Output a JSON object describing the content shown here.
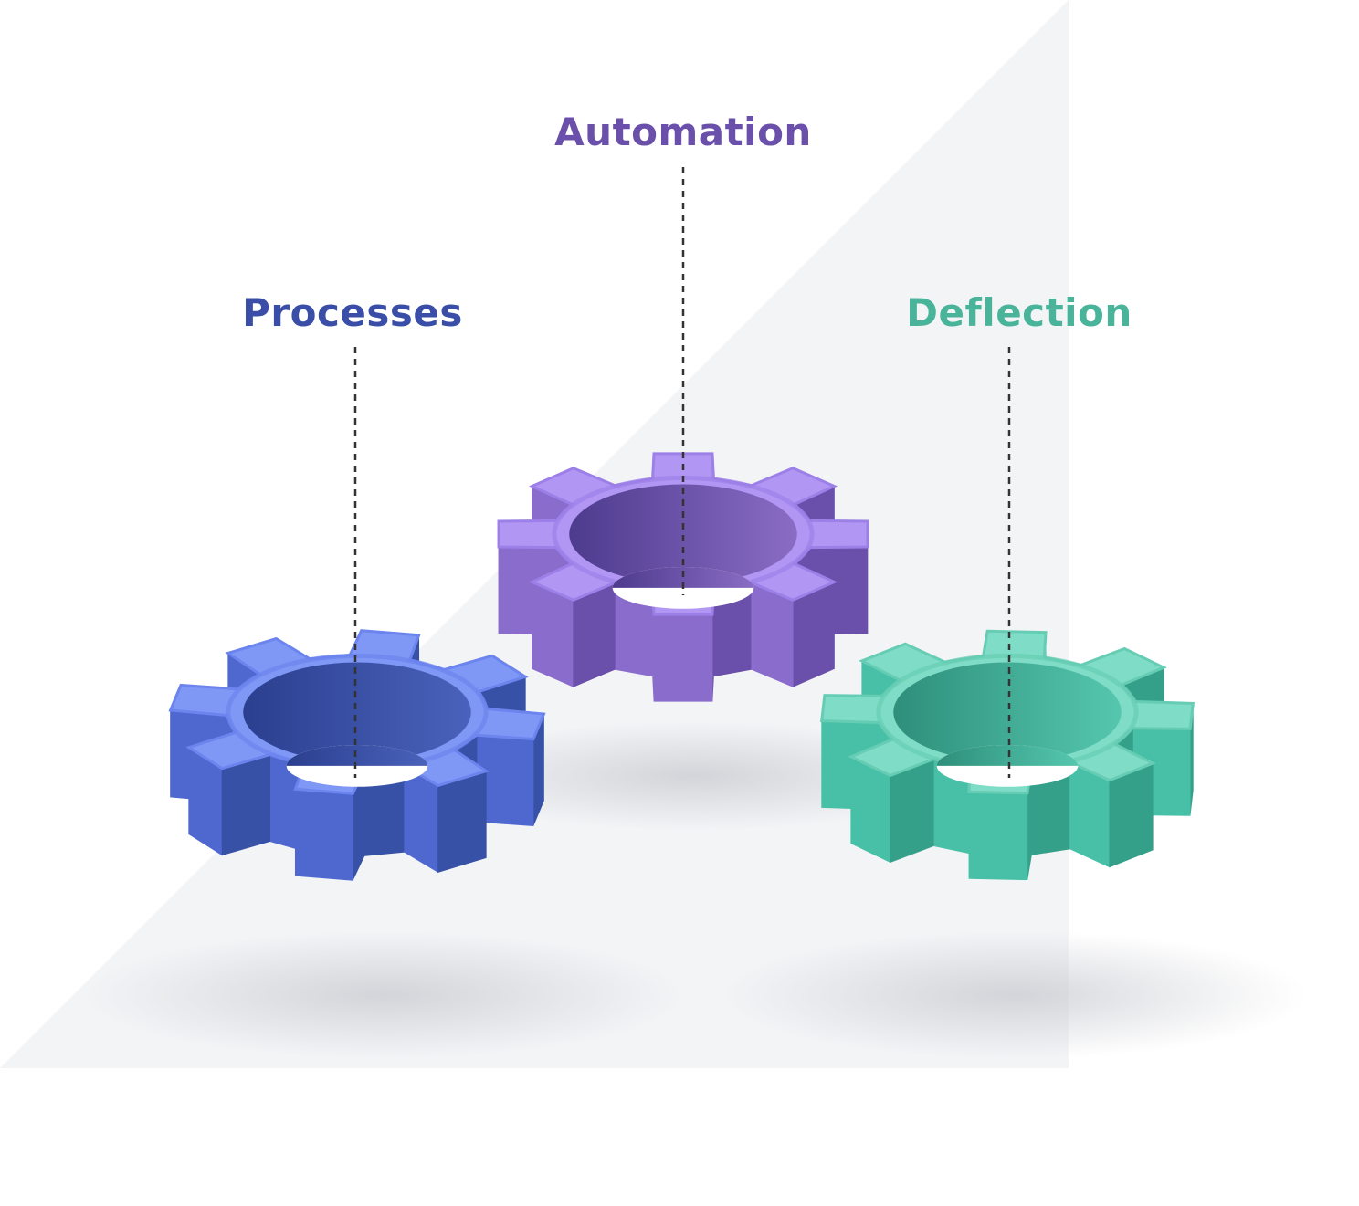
{
  "labels": {
    "processes": "Processes",
    "automation": "Automation",
    "deflection": "Deflection"
  },
  "gears": [
    {
      "id": "processes",
      "icon": "gear-icon",
      "top": "#7f98f6",
      "bevel": "#6c84ee",
      "sideLight": "#4e68cf",
      "sideDark": "#3651a6",
      "holeA": "#2b3f8f",
      "holeB": "#4a62bb",
      "label": "#3a4ea8"
    },
    {
      "id": "automation",
      "icon": "gear-icon",
      "top": "#b196f3",
      "bevel": "#9c80e8",
      "sideLight": "#8a6ccc",
      "sideDark": "#6a4fab",
      "holeA": "#4d3b8e",
      "holeB": "#8a6cc4",
      "label": "#6a4fab"
    },
    {
      "id": "deflection",
      "icon": "gear-icon",
      "top": "#7fdcc6",
      "bevel": "#66cdb4",
      "sideLight": "#47c0a7",
      "sideDark": "#35a08a",
      "holeA": "#2e8f7b",
      "holeB": "#55c7ae",
      "label": "#4ab49a"
    }
  ],
  "colors": {
    "backdrop": "#f3f4f6",
    "leader": "#333333"
  }
}
